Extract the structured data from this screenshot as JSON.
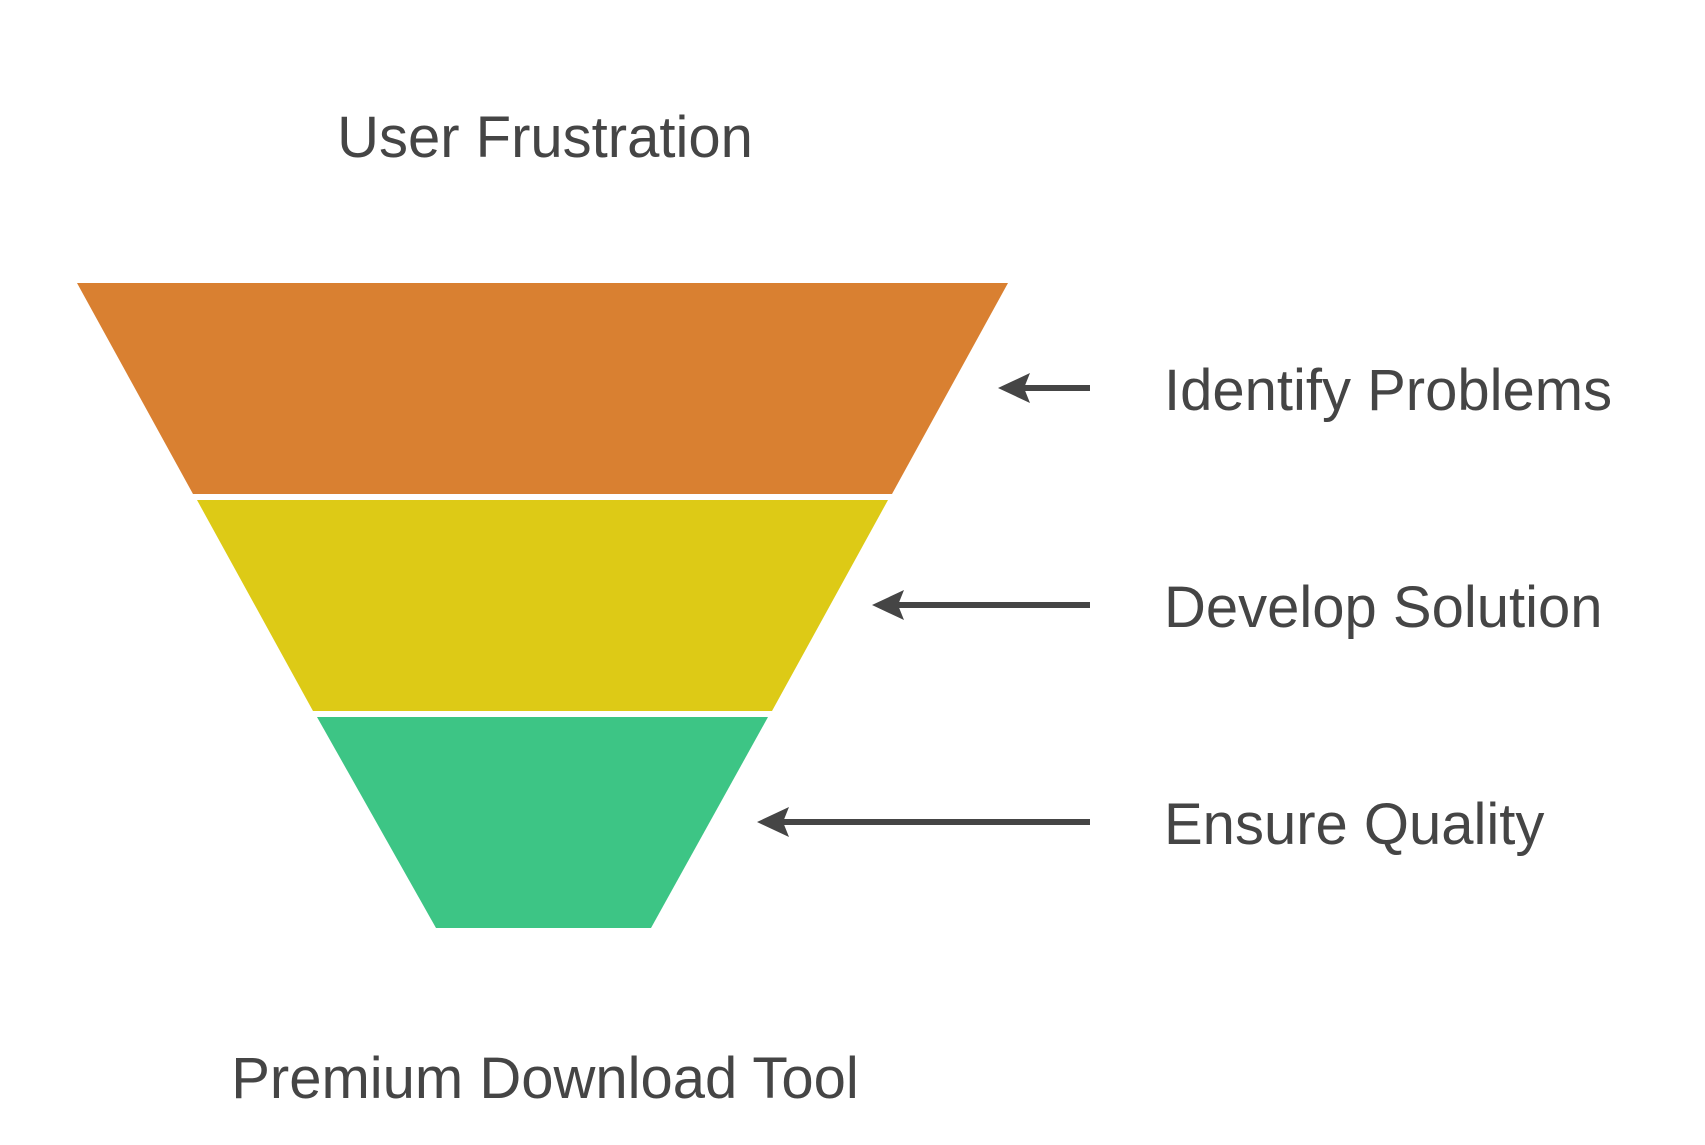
{
  "diagram": {
    "top_label": "User Frustration",
    "bottom_label": "Premium Download Tool",
    "stages": [
      {
        "label": "Identify Problems",
        "color": "#D98031"
      },
      {
        "label": "Develop Solution",
        "color": "#DDCA16"
      },
      {
        "label": "Ensure Quality",
        "color": "#3DC585"
      }
    ],
    "arrow_color": "#454545",
    "text_color": "#454545",
    "background": "#FFFFFF"
  }
}
